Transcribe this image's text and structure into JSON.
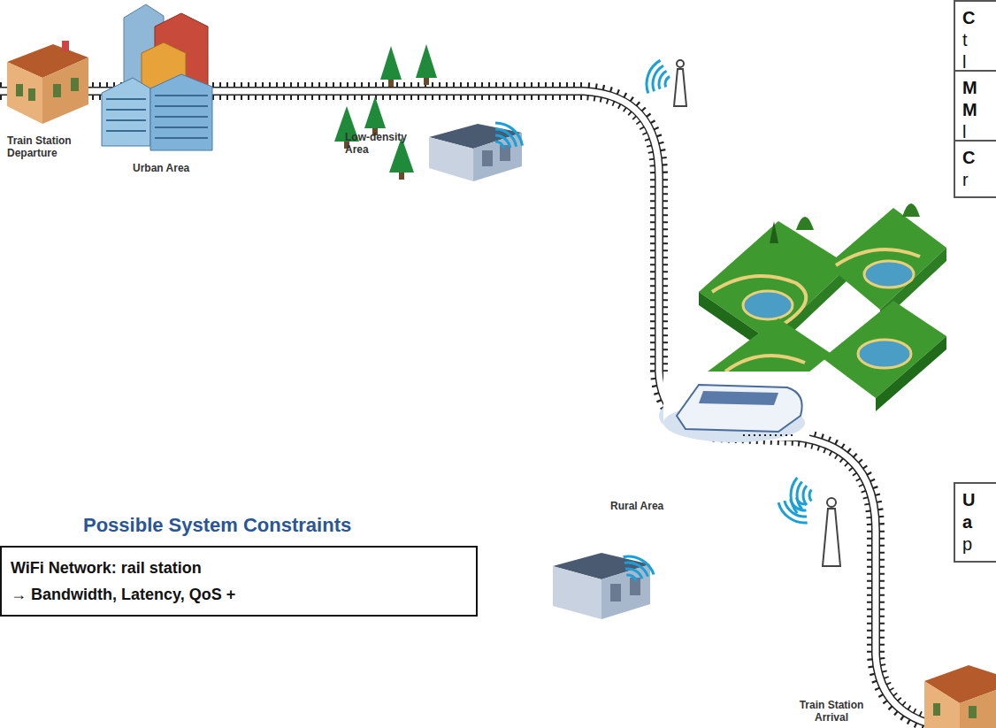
{
  "diagram": {
    "nodes": [
      {
        "text": [
          "C",
          "t",
          "l"
        ]
      },
      {
        "text": [
          "M",
          "M",
          "l"
        ]
      },
      {
        "text": [
          "C",
          "r"
        ]
      },
      {
        "text": [
          "U",
          "a",
          "p"
        ]
      },
      {
        "text": [
          "Possible System Constraints",
          "WiFi Network: rail station",
          "→ Bandwidth, Latency, QoS +"
        ]
      }
    ],
    "labels": [
      "Train Station Departure",
      "Urban Area",
      "Low-density Area",
      "Rural Area",
      "Train Station Arrival"
    ]
  }
}
